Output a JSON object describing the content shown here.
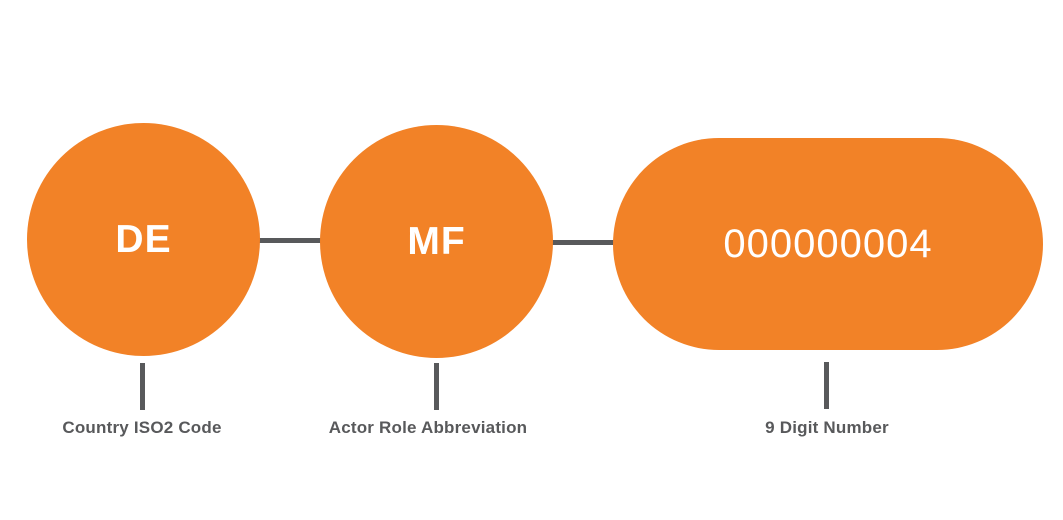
{
  "diagram": {
    "accent_color": "#F28227",
    "line_color": "#58595B",
    "nodes": [
      {
        "shape": "circle",
        "value": "DE",
        "label": "Country ISO2 Code"
      },
      {
        "shape": "circle",
        "value": "MF",
        "label": "Actor Role Abbreviation"
      },
      {
        "shape": "pill",
        "value": "000000004",
        "label": "9 Digit Number"
      }
    ]
  }
}
